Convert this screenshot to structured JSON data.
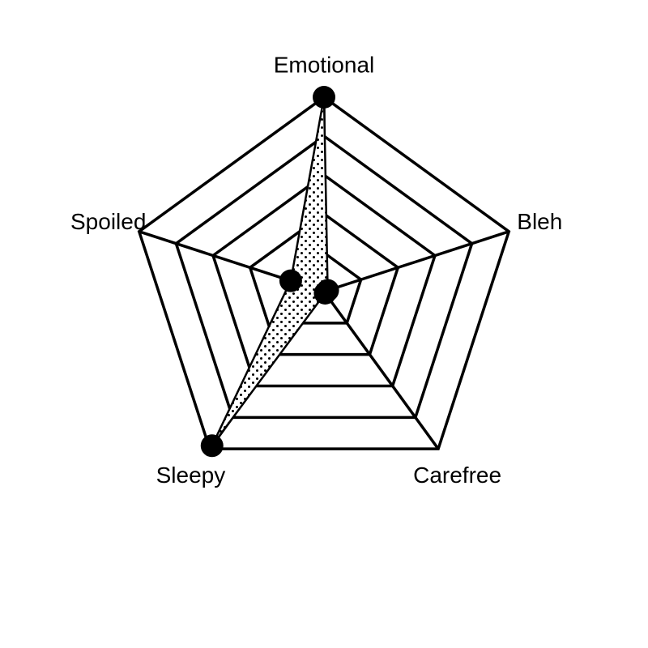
{
  "chart_data": {
    "type": "radar",
    "axes": [
      "Emotional",
      "Bleh",
      "Carefree",
      "Sleepy",
      "Spoiled"
    ],
    "range": [
      0,
      5
    ],
    "rings": 5,
    "grid": true,
    "series": [
      {
        "values": [
          5.0,
          0.1,
          0.05,
          4.9,
          0.9
        ]
      }
    ],
    "colors": {
      "line": "#000000",
      "fill_pattern": "dots",
      "background": "#ffffff"
    }
  }
}
